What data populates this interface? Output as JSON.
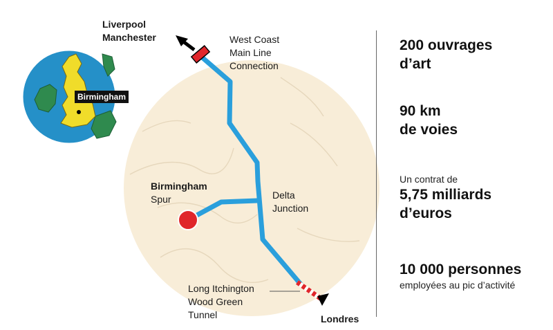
{
  "map": {
    "labels": {
      "north_destinations": [
        "Liverpool",
        "Manchester"
      ],
      "west_coast": [
        "West Coast",
        "Main Line",
        "Connection"
      ],
      "birmingham_spur_name": "Birmingham",
      "birmingham_spur_suffix": "Spur",
      "delta_junction": [
        "Delta",
        "Junction"
      ],
      "tunnel": [
        "Long Itchington",
        "Wood Green",
        "Tunnel"
      ],
      "south_destination": "Londres"
    },
    "inset": {
      "city_label": "Birmingham"
    },
    "colors": {
      "route": "#2a9fdc",
      "marker": "#e0262b",
      "area_fill": "#f8edd8",
      "sea": "#2590c8",
      "land_uk": "#f0dc2a",
      "land_other": "#2f8a4e"
    }
  },
  "stats": [
    {
      "lines": [
        "200 ouvrages",
        "d’art"
      ]
    },
    {
      "lines": [
        "90 km",
        "de voies"
      ]
    },
    {
      "prefix": "Un contrat de",
      "lines": [
        "5,75 milliards",
        "d’euros"
      ]
    },
    {
      "lines": [
        "10 000 personnes"
      ],
      "suffix": "employées au pic d’activité"
    }
  ]
}
